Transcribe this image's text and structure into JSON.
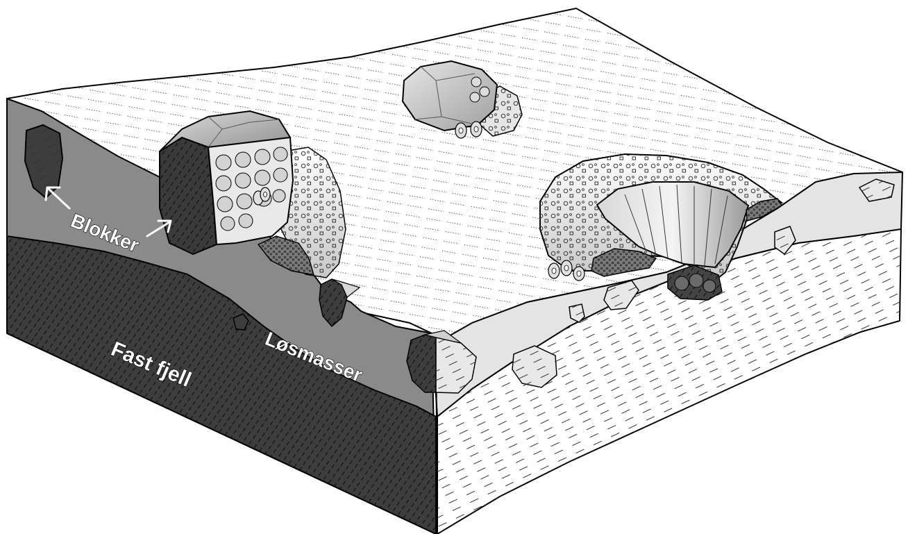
{
  "labels": {
    "blokker": "Blokker",
    "fast_fjell": "Fast fjell",
    "losmasser": "Løsmasser"
  },
  "colors": {
    "surface": "#ffffff",
    "losmasser_front": "#8a8a8a",
    "fast_fjell": "#3d3d3d",
    "side_face": "#e4e4e4",
    "block": "#c4c4c4",
    "block_dark": "#333333",
    "outline": "#000000"
  }
}
